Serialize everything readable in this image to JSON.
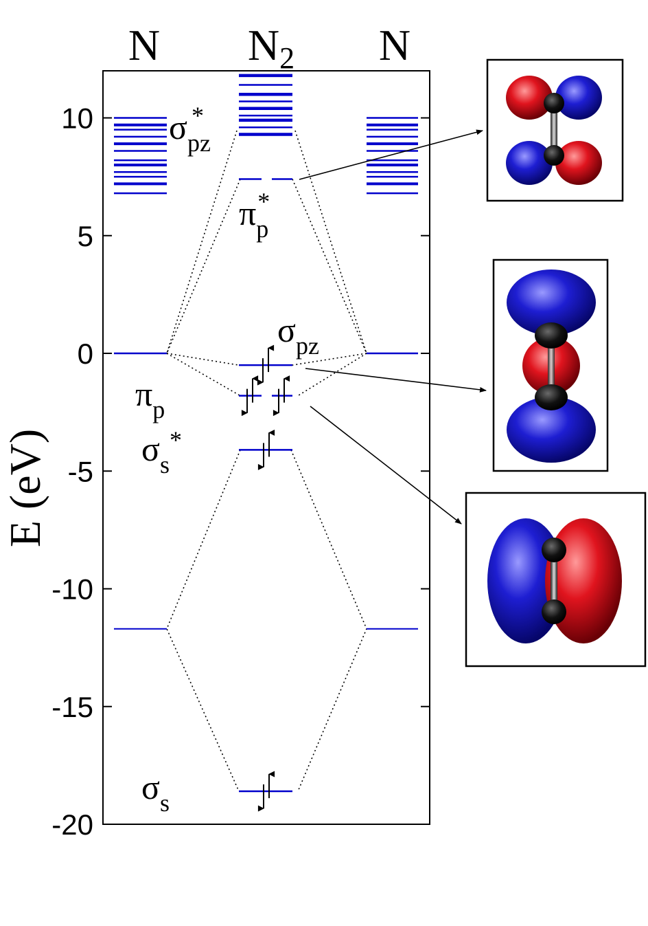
{
  "columns": {
    "left": "N",
    "middle_base": "N",
    "middle_sub": "2",
    "right": "N"
  },
  "y_axis": {
    "label": "E (eV)",
    "range": [
      -20,
      12
    ],
    "ticks": [
      {
        "value": 10,
        "label": "10"
      },
      {
        "value": 5,
        "label": "5"
      },
      {
        "value": 0,
        "label": "0"
      },
      {
        "value": -5,
        "label": "-5"
      },
      {
        "value": -10,
        "label": "-10"
      },
      {
        "value": -15,
        "label": "-15"
      },
      {
        "value": -20,
        "label": "-20"
      }
    ]
  },
  "orbital_labels": {
    "sigma_pz_star": {
      "base": "σ",
      "sub": "pz",
      "sup": "*"
    },
    "pi_p_star": {
      "base": "π",
      "sub": "p",
      "sup": "*"
    },
    "sigma_pz": {
      "base": "σ",
      "sub": "pz"
    },
    "pi_p": {
      "base": "π",
      "sub": "p"
    },
    "sigma_s_star": {
      "base": "σ",
      "sub": "s",
      "sup": "*"
    },
    "sigma_s": {
      "base": "σ",
      "sub": "s"
    }
  },
  "levels": {
    "atom_continuum": [
      10.0,
      9.7,
      9.5,
      9.2,
      8.9,
      8.6,
      8.2,
      8.0,
      7.7,
      7.5,
      7.2,
      6.8
    ],
    "atom_p": 0.0,
    "atom_s": -11.7,
    "mol_continuum": [
      11.8,
      11.4,
      11.0,
      10.7,
      10.4,
      10.1,
      9.9,
      9.6,
      9.3
    ],
    "pi_star": 7.4,
    "sigma_pz": -0.5,
    "pi": -1.8,
    "sigma_s_star": -4.1,
    "sigma_s": -18.6
  },
  "colors": {
    "level": "#0000cc",
    "axis": "#000000",
    "lobe_red": "#e0141e",
    "lobe_blue": "#1e1ed2"
  },
  "insets": [
    {
      "name": "orbital-inset-pi-star",
      "type": "pi-star"
    },
    {
      "name": "orbital-inset-sigma-pz",
      "type": "sigma-pz"
    },
    {
      "name": "orbital-inset-pi",
      "type": "pi"
    }
  ]
}
